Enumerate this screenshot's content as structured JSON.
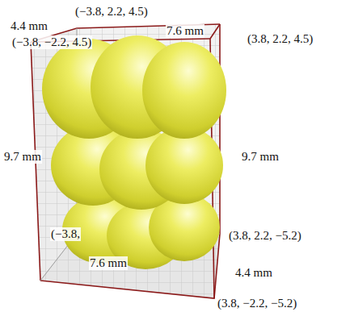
{
  "diagram": {
    "labels": [
      "4.4 mm",
      "(−3.8, 2.2, 4.5)",
      "(−3.8, −2.2, 4.5)",
      "7.6 mm",
      "(3.8, 2.2, 4.5)",
      "9.7 mm",
      "9.7 mm",
      "(−3.8,",
      "(3.8, 2.2, −5.2)",
      "7.6 mm",
      "4.4 mm",
      "(3.8, −2.2, −5.2)"
    ]
  }
}
